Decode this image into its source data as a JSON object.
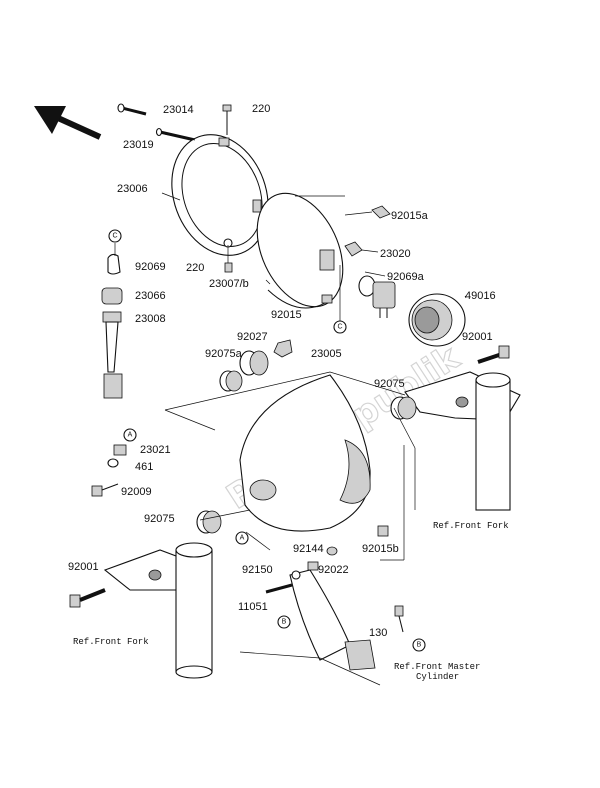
{
  "watermark": "PartsRepublik",
  "parts": {
    "p23014": "23014",
    "p220_top": "220",
    "p23019": "23019",
    "p23006": "23006",
    "p92015a": "92015a",
    "p23020": "23020",
    "p92069": "92069",
    "p220_bottom": "220",
    "p23007b": "23007/b",
    "p92069a": "92069a",
    "p49016": "49016",
    "p23066": "23066",
    "p23008": "23008",
    "p92015": "92015",
    "p92027": "92027",
    "p92075a": "92075a",
    "p23005": "23005",
    "p92001_right": "92001",
    "p92075_right": "92075",
    "p23021": "23021",
    "p461": "461",
    "p92009": "92009",
    "p92075_left": "92075",
    "p92144": "92144",
    "p92015b": "92015b",
    "p92001_left": "92001",
    "p92150": "92150",
    "p92022": "92022",
    "p11051": "11051",
    "p130": "130"
  },
  "refs": {
    "front_fork_right": "Ref.Front Fork",
    "front_fork_left": "Ref.Front Fork",
    "master_cylinder_line1": "Ref.Front Master",
    "master_cylinder_line2": "Cylinder"
  },
  "markers": {
    "c": "C",
    "a": "A",
    "b": "B"
  },
  "arrow_icon": "direction-arrow-icon"
}
